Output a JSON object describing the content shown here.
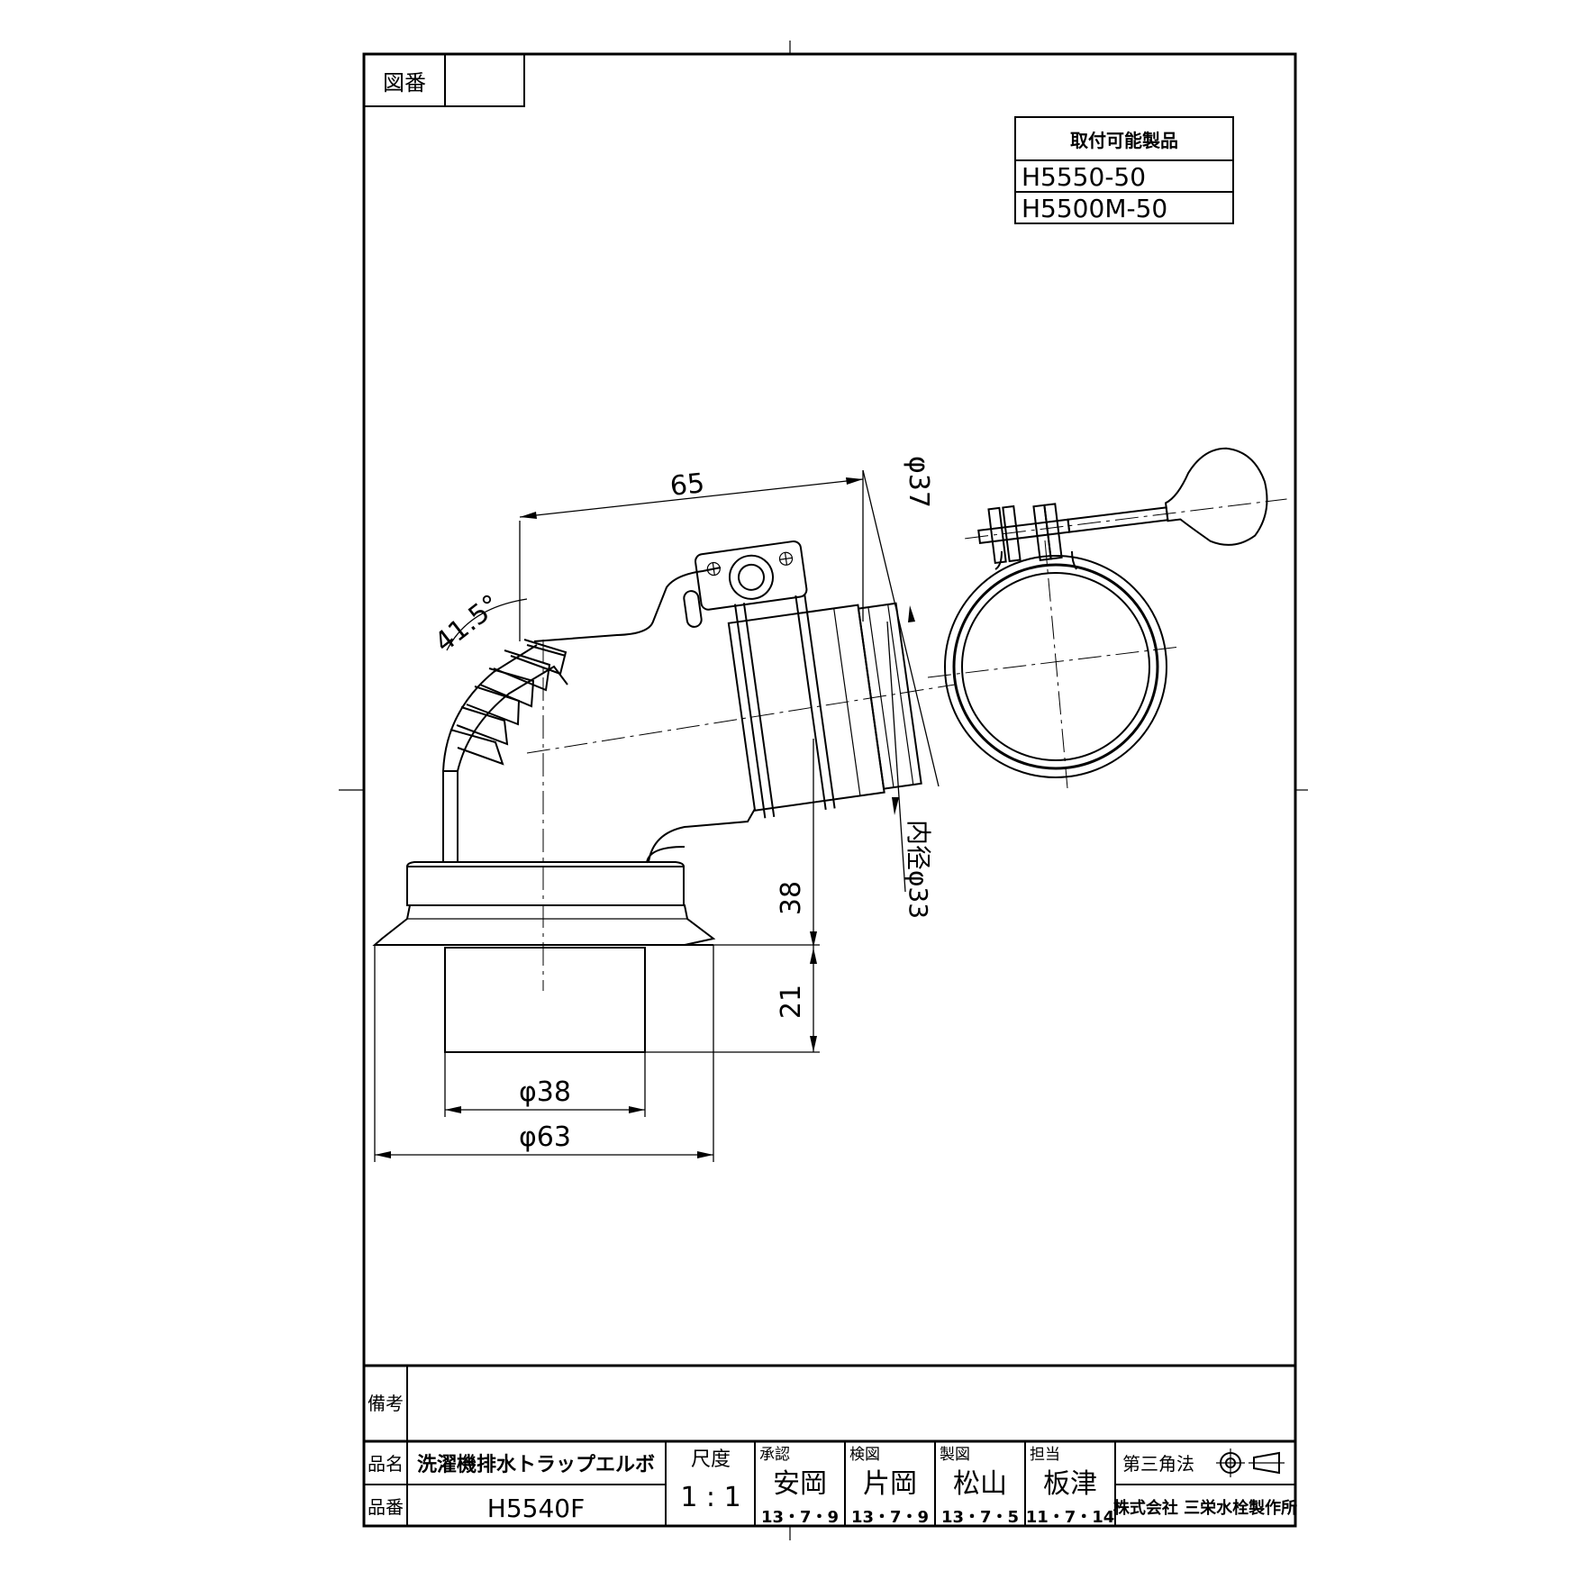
{
  "drawing_no": {
    "label": "図番",
    "value": ""
  },
  "compatible_products": {
    "title": "取付可能製品",
    "items": [
      "H5550-50",
      "H5500M-50"
    ]
  },
  "dimensions": {
    "length": "65",
    "angle": "41.5°",
    "outer_diameter_top": "φ37",
    "inner_diameter": "内径φ33",
    "height_upper": "38",
    "height_lower": "21",
    "diameter_small": "φ38",
    "diameter_large": "φ63"
  },
  "title_block": {
    "remarks_label": "備考",
    "remarks_value": "",
    "name_label": "品名",
    "name_value": "洗濯機排水トラップエルボ",
    "number_label": "品番",
    "number_value": "H5540F",
    "scale_label": "尺度",
    "scale_value": "1 : 1",
    "approvals": [
      {
        "role": "承認",
        "name": "安岡",
        "date": "13・7・9"
      },
      {
        "role": "検図",
        "name": "片岡",
        "date": "13・7・9"
      },
      {
        "role": "製図",
        "name": "松山",
        "date": "13・7・5"
      },
      {
        "role": "担当",
        "name": "板津",
        "date": "11・7・14"
      }
    ],
    "projection_label": "第三角法",
    "company": "株式会社 三栄水栓製作所"
  }
}
